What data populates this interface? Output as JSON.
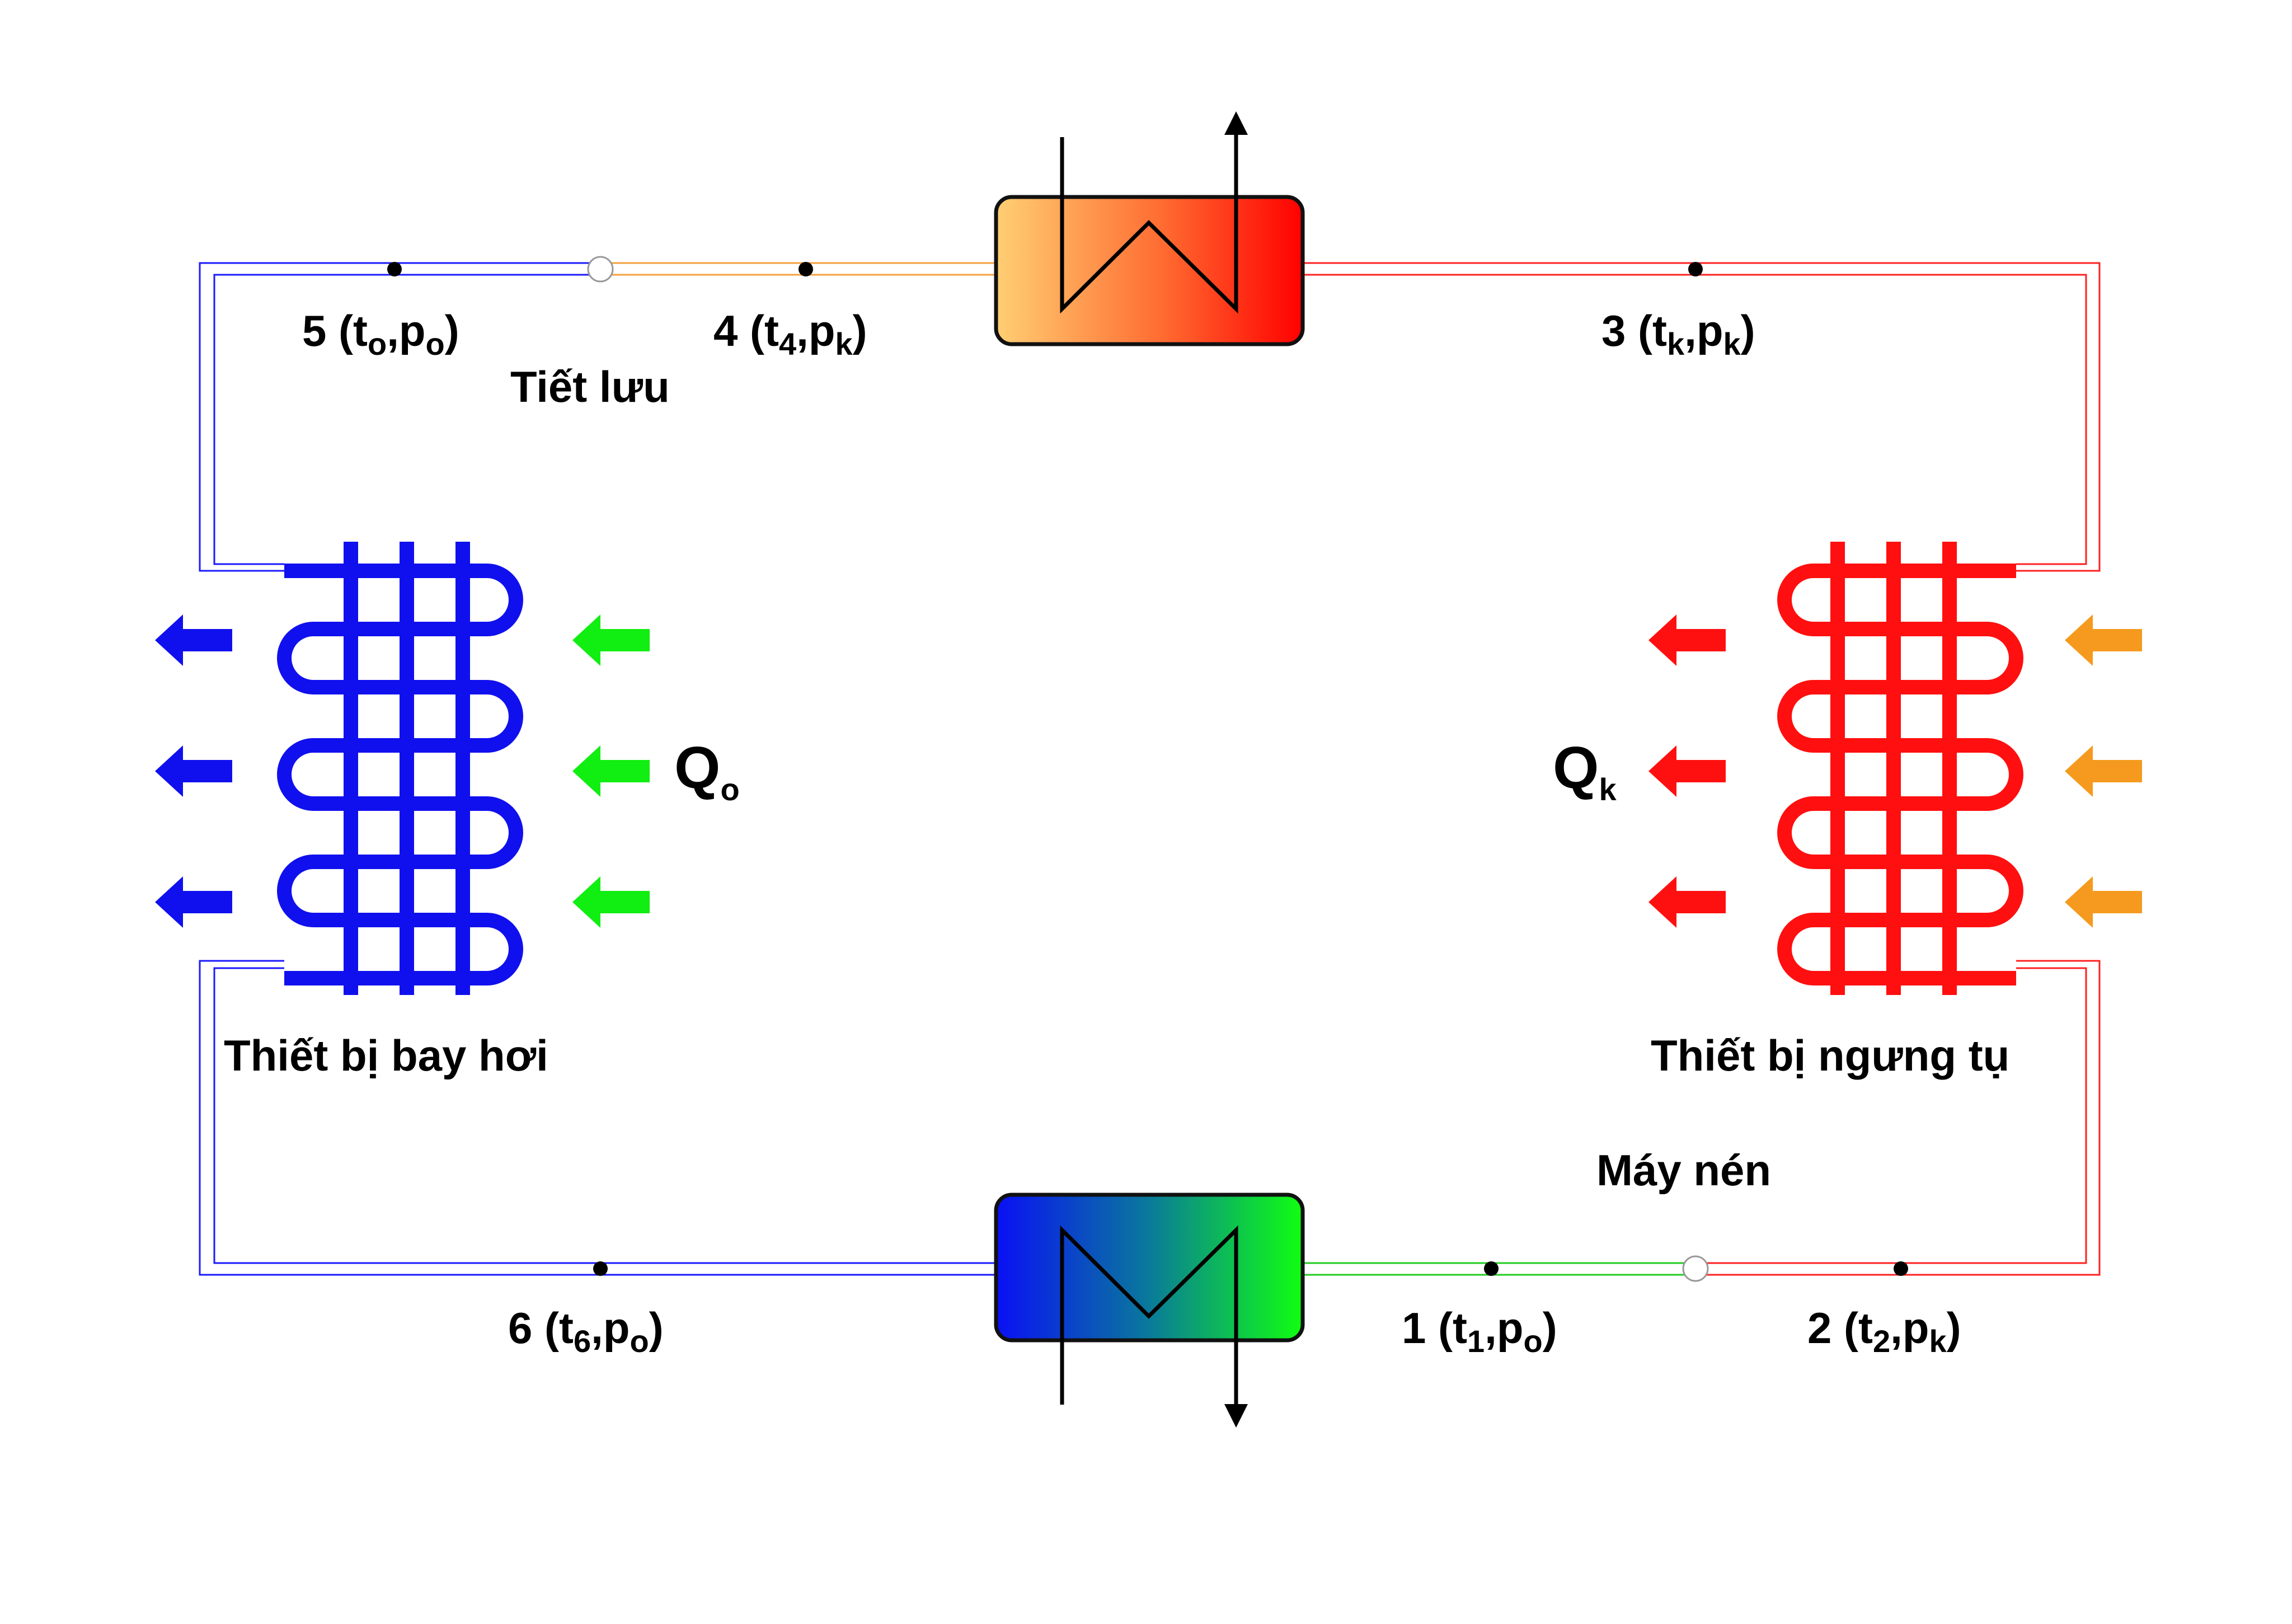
{
  "components": {
    "evaporator": {
      "label": "Thiết bị bay hơi"
    },
    "condenser": {
      "label": "Thiết bị ngưng tụ"
    },
    "expansion": {
      "label": "Tiết lưu"
    },
    "compressor": {
      "label": "Máy nén"
    }
  },
  "heat": {
    "qo": {
      "main": "Q",
      "sub": "o"
    },
    "qk": {
      "main": "Q",
      "sub": "k"
    }
  },
  "states": {
    "p1": {
      "pre": "1 (t",
      "s1": "1",
      "mid": ",p",
      "s2": "o",
      "post": ")"
    },
    "p2": {
      "pre": "2 (t",
      "s1": "2",
      "mid": ",p",
      "s2": "k",
      "post": ")"
    },
    "p3": {
      "pre": "3 (t",
      "s1": "k",
      "mid": ",p",
      "s2": "k",
      "post": ")"
    },
    "p4": {
      "pre": "4 (t",
      "s1": "4",
      "mid": ",p",
      "s2": "k",
      "post": ")"
    },
    "p5": {
      "pre": "5 (t",
      "s1": "o",
      "mid": ",p",
      "s2": "o",
      "post": ")"
    },
    "p6": {
      "pre": "6 (t",
      "s1": "6",
      "mid": ",p",
      "s2": "o",
      "post": ")"
    }
  },
  "colors": {
    "cold_line": "#1a1aff",
    "hot_line": "#ff2020",
    "warm_line": "#f5a040",
    "suction_line": "#22cc22",
    "evaporator": "#1010ee",
    "condenser": "#ff0f0f",
    "arrow_cold": "#1010ee",
    "arrow_green": "#11ee11",
    "arrow_red": "#ff1010",
    "arrow_orange": "#f59a1e"
  }
}
